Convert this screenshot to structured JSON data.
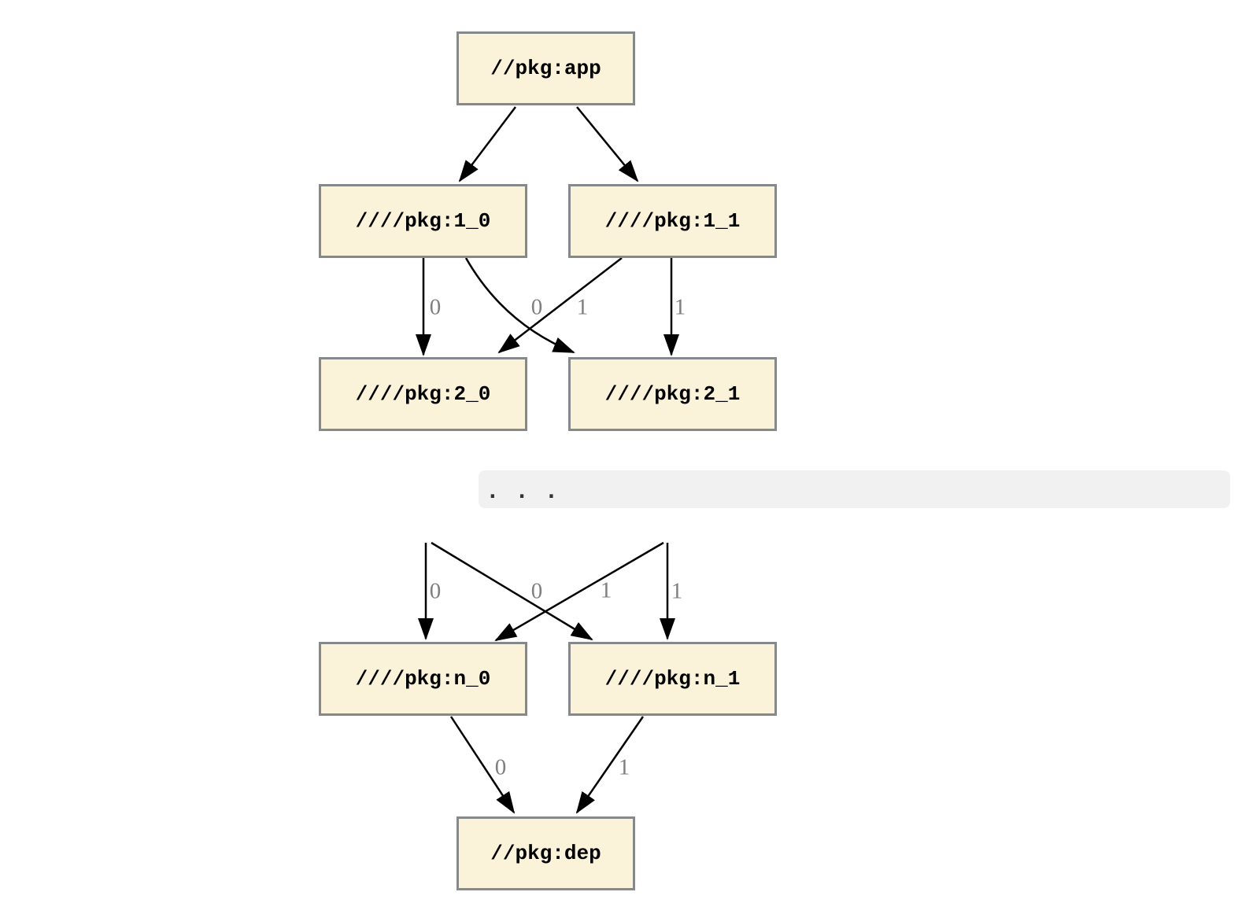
{
  "diagram": {
    "nodes": [
      {
        "id": "app",
        "label": "//pkg:app"
      },
      {
        "id": "1_0",
        "label": "////pkg:1_0"
      },
      {
        "id": "1_1",
        "label": "////pkg:1_1"
      },
      {
        "id": "2_0",
        "label": "////pkg:2_0"
      },
      {
        "id": "2_1",
        "label": "////pkg:2_1"
      },
      {
        "id": "n_0",
        "label": "////pkg:n_0"
      },
      {
        "id": "n_1",
        "label": "////pkg:n_1"
      },
      {
        "id": "dep",
        "label": "//pkg:dep"
      }
    ],
    "ellipsis": ". . .",
    "edges": [
      {
        "from": "app",
        "to": "1_0",
        "label": ""
      },
      {
        "from": "app",
        "to": "1_1",
        "label": ""
      },
      {
        "from": "1_0",
        "to": "2_0",
        "label": "0"
      },
      {
        "from": "1_1",
        "to": "2_0",
        "label": "0"
      },
      {
        "from": "1_0",
        "to": "2_1",
        "label": "1"
      },
      {
        "from": "1_1",
        "to": "2_1",
        "label": "1"
      },
      {
        "from": "...",
        "to": "n_0",
        "label": "0"
      },
      {
        "from": "...",
        "to": "n_0",
        "label": "0"
      },
      {
        "from": "...",
        "to": "n_1",
        "label": "1"
      },
      {
        "from": "...",
        "to": "n_1",
        "label": "1"
      },
      {
        "from": "n_0",
        "to": "dep",
        "label": "0"
      },
      {
        "from": "n_1",
        "to": "dep",
        "label": "1"
      }
    ],
    "colors": {
      "page_bg": "#ffffff",
      "node_fill": "#faf3da",
      "node_border": "#85898c",
      "edge": "#000000",
      "edge_label": "#7f7f7f",
      "band_bg": "#f1f1f1"
    }
  }
}
